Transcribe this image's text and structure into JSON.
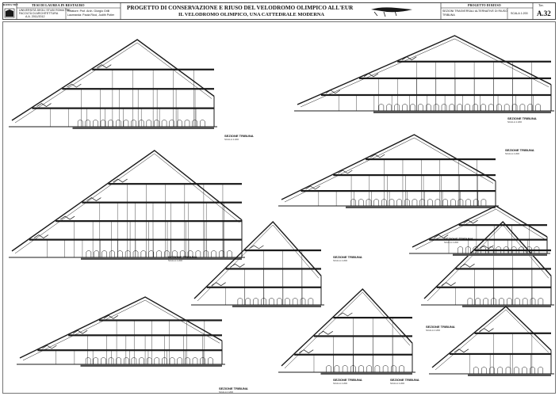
{
  "titleblock": {
    "logo_text": "ROMA TRE",
    "thesis_label": "TESI DI LAUREA IN RESTAURO",
    "university_lines": [
      "UNIVERSITÀ DEGLI STUDI ROMA TRE",
      "FACOLTÀ DI ARCHITETTURA",
      "A.A. 2011/2012"
    ],
    "people_lines": [
      "Relatore: Prof. Arch. Giorgio Grilli",
      "Laureanda: Paola Ricci, Judith Potier"
    ],
    "project_title_1": "PROGETTO DI CONSERVAZIONE E RIUSO DEL VELODROMO OLIMPICO ALL'EUR",
    "project_title_2": "IL VELODROMO OLIMPICO, UNA CATTEDRALE MODERNA",
    "phase_label": "PROGETTO DI RIUSO",
    "drawing_desc_lines": [
      "SEZIONI TRASVERSALI ALTERNATIVE DI RIUSO",
      "TRIBUNA"
    ],
    "scale": "SCALA 1:200",
    "sheet_label": "Tav.",
    "sheet_number": "A.32"
  },
  "section_labels": [
    {
      "label": "SEZIONE TRIBUNA",
      "sub": "SCALA 1:200"
    },
    {
      "label": "SEZIONE TRIBUNA",
      "sub": "SCALA 1:200"
    },
    {
      "label": "SEZIONE TRIBUNA",
      "sub": "SCALA 1:200"
    },
    {
      "label": "SEZIONE TRIBUNA",
      "sub": "SCALA 1:200"
    },
    {
      "label": "SEZIONE TRIBUNA",
      "sub": "SCALA 1:200"
    },
    {
      "label": "SEZIONE TRIBUNA",
      "sub": "SCALA 1:200"
    },
    {
      "label": "SEZIONE TRIBUNA",
      "sub": "SCALA 1:200"
    },
    {
      "label": "SEZIONE TRIBUNA",
      "sub": "SCALA 1:200"
    },
    {
      "label": "SEZIONE TRIBUNA",
      "sub": "SCALA 1:200"
    },
    {
      "label": "SEZIONE TRIBUNA",
      "sub": "SCALA 1:200"
    }
  ],
  "colors": {
    "ink": "#1a1a1a",
    "paper": "#ffffff",
    "hatch": "#555555"
  }
}
